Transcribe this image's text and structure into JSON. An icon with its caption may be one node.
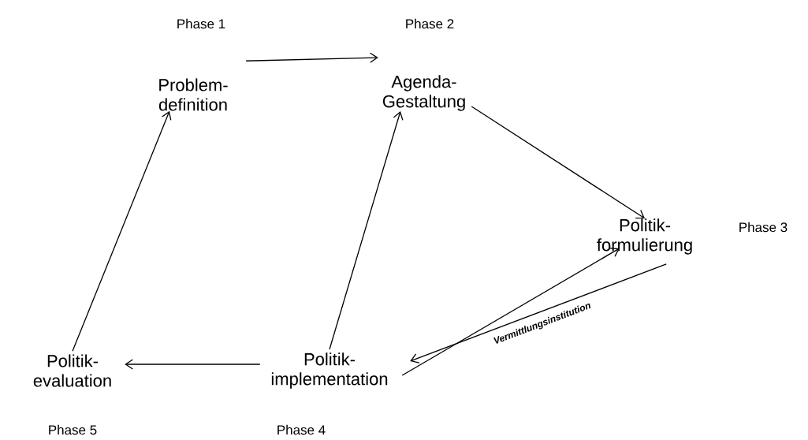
{
  "diagram": {
    "nodes": [
      {
        "text": [
          "Problem- definition"
        ],
        "beside": [
          "Phase 1"
        ]
      },
      {
        "text": [
          "Agenda- Gestaltung"
        ],
        "beside": [
          "Phase 2"
        ]
      },
      {
        "text": [
          "Politik- formulierung"
        ],
        "beside": [
          "Phase 3"
        ]
      },
      {
        "text": [
          "Politik- implementation"
        ],
        "beside": [
          "Phase 4"
        ]
      },
      {
        "text": [
          "Politik- evaluation"
        ],
        "beside": [
          "Phase 5"
        ]
      }
    ],
    "edges": [
      {
        "from": 0,
        "to": 1,
        "arrow": "to"
      },
      {
        "from": 1,
        "to": 2,
        "arrow": "to"
      },
      {
        "from": 3,
        "to": 2,
        "arrow": "to"
      },
      {
        "from": 2,
        "to": 3,
        "arrow": "to",
        "label": "Vermittlungsinstitution"
      },
      {
        "from": 3,
        "to": 4,
        "arrow": "to"
      },
      {
        "from": 4,
        "to": 0,
        "arrow": "to"
      },
      {
        "from": 3,
        "to": 1,
        "arrow": "to"
      }
    ]
  }
}
